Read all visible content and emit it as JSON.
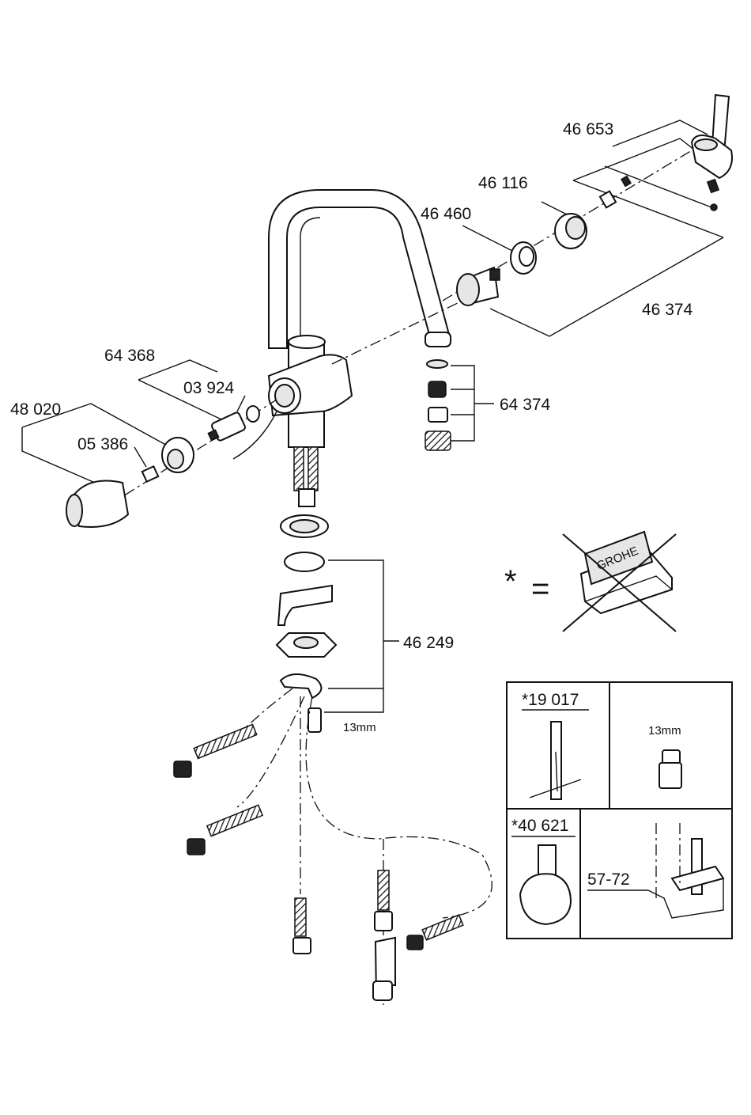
{
  "labels": {
    "handle_lever": "46 653",
    "cap_ring": "46 116",
    "cartridge_nut": "46 460",
    "cartridge": "46 374",
    "side_valve": "64 368",
    "side_oring": "03 924",
    "side_knob": "48 020",
    "side_screw": "05 386",
    "aerator_set": "64 374",
    "mounting_set": "46 249",
    "wrench_size": "13mm"
  },
  "legend": {
    "asterisk": "*",
    "equals": "=",
    "logo_text": "GROHE"
  },
  "accessories": {
    "tool": "*19 017",
    "tool_size": "13mm",
    "handle": "*40 621",
    "range": "57-72"
  }
}
